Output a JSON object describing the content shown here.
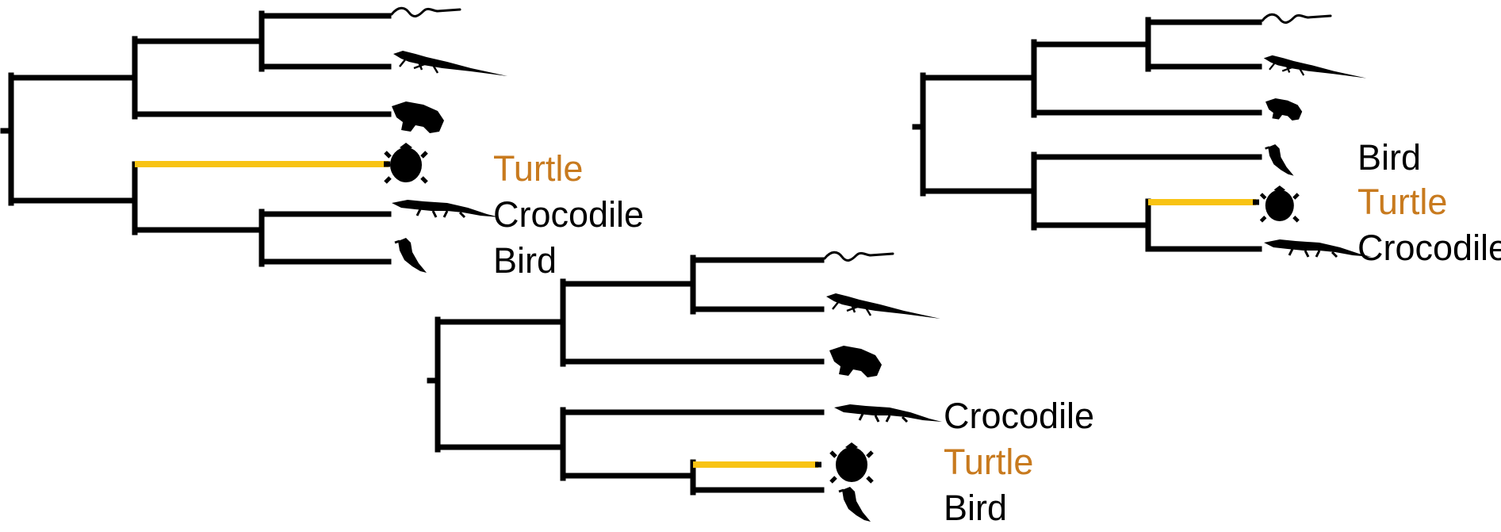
{
  "colors": {
    "branch": "#000000",
    "highlight_branch": "#f8c313",
    "highlight_label": "#c87a1e",
    "label": "#000000"
  },
  "trees": [
    {
      "id": "tree-left",
      "highlight_taxon": "turtle",
      "tips": [
        {
          "icon": "snake-icon",
          "label": ""
        },
        {
          "icon": "lizard-icon",
          "label": ""
        },
        {
          "icon": "tuatara-icon",
          "label": ""
        },
        {
          "icon": "turtle-icon",
          "label": "Turtle",
          "highlight": true
        },
        {
          "icon": "crocodile-icon",
          "label": "Crocodile"
        },
        {
          "icon": "bird-icon",
          "label": "Bird"
        }
      ]
    },
    {
      "id": "tree-right",
      "highlight_taxon": "turtle",
      "tips": [
        {
          "icon": "snake-icon",
          "label": ""
        },
        {
          "icon": "lizard-icon",
          "label": ""
        },
        {
          "icon": "tuatara-icon",
          "label": ""
        },
        {
          "icon": "bird-icon",
          "label": "Bird"
        },
        {
          "icon": "turtle-icon",
          "label": "Turtle",
          "highlight": true
        },
        {
          "icon": "crocodile-icon",
          "label": "Crocodile"
        }
      ]
    },
    {
      "id": "tree-bottom",
      "highlight_taxon": "turtle",
      "tips": [
        {
          "icon": "snake-icon",
          "label": ""
        },
        {
          "icon": "lizard-icon",
          "label": ""
        },
        {
          "icon": "tuatara-icon",
          "label": ""
        },
        {
          "icon": "crocodile-icon",
          "label": "Crocodile"
        },
        {
          "icon": "turtle-icon",
          "label": "Turtle",
          "highlight": true
        },
        {
          "icon": "bird-icon",
          "label": "Bird"
        }
      ]
    }
  ]
}
